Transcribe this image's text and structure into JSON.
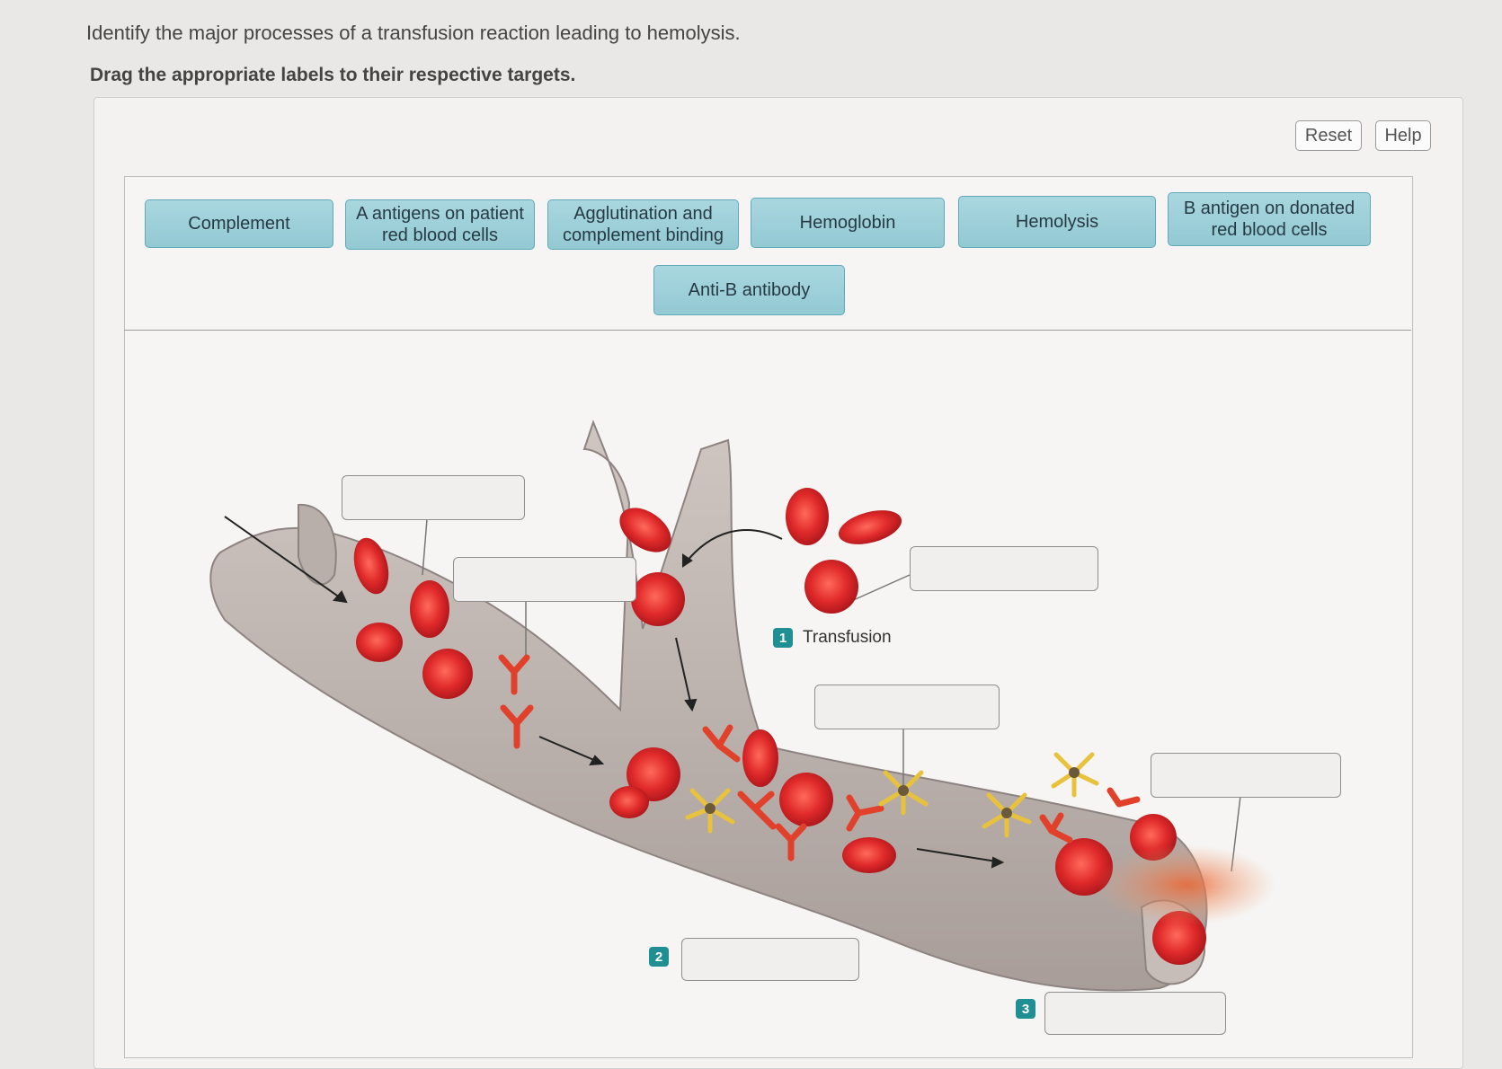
{
  "question": {
    "prompt": "Identify the major processes of a transfusion reaction leading to hemolysis.",
    "instruction": "Drag the appropriate labels to their respective targets."
  },
  "controls": {
    "reset_label": "Reset",
    "help_label": "Help"
  },
  "labels": [
    "Complement",
    "A antigens on patient red blood cells",
    "Agglutination and complement binding",
    "Hemoglobin",
    "Hemolysis",
    "B antigen on donated red blood cells",
    "Anti-B antibody"
  ],
  "diagram": {
    "steps": [
      {
        "number": "1",
        "text": "Transfusion"
      },
      {
        "number": "2",
        "text": ""
      },
      {
        "number": "3",
        "text": ""
      }
    ]
  },
  "colors": {
    "chip": "#a9d7df",
    "chip_border": "#5fa9b8",
    "step_badge": "#1f8f94",
    "red_cell": "#d8262b",
    "antibody": "#e1402a",
    "complement": "#e8c23c"
  }
}
